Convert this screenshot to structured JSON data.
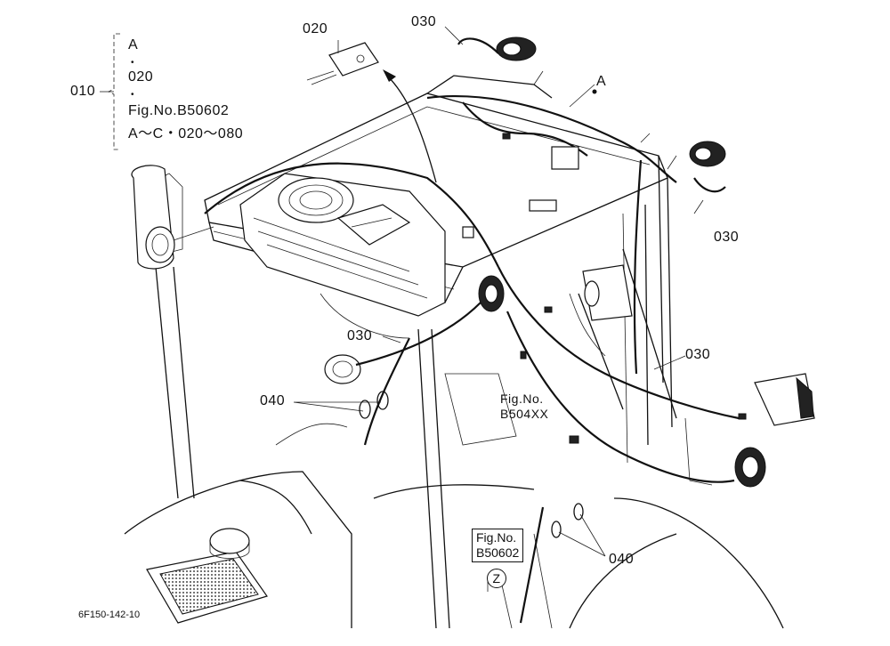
{
  "callouts": {
    "c010": "010",
    "c020": "020",
    "c030_top": "030",
    "c030_right": "030",
    "c030_mid": "030",
    "c030_right2": "030",
    "c040_left": "040",
    "c040_bottom": "040",
    "point_a": "A"
  },
  "bracket_list": {
    "item1": "A",
    "dot1": "•",
    "item2": "020",
    "dot2": "•",
    "item3": "Fig.No.B50602",
    "item4": "A～C・020～080"
  },
  "refs": {
    "fig1_line1": "Fig.No.",
    "fig1_line2": "B504XX",
    "fig2_line1": "Fig.No.",
    "fig2_line2": "B50602",
    "view_z": "Z"
  },
  "footer": {
    "drawing_code": "6F150-142-10"
  }
}
